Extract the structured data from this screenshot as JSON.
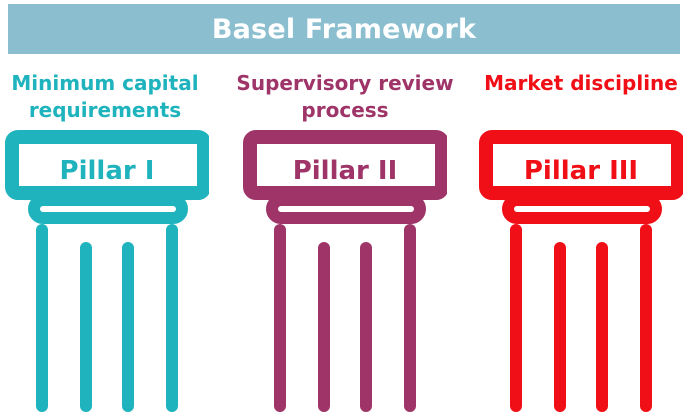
{
  "header": {
    "title": "Basel Framework",
    "color": "#8bbfd0"
  },
  "pillars": [
    {
      "caption": "Minimum capital requirements",
      "label": "Pillar I",
      "color": "#1fb3bd"
    },
    {
      "caption": "Supervisory review process",
      "label": "Pillar II",
      "color": "#9e3467"
    },
    {
      "caption": "Market discipline",
      "label": "Pillar III",
      "color": "#f00e17"
    }
  ]
}
